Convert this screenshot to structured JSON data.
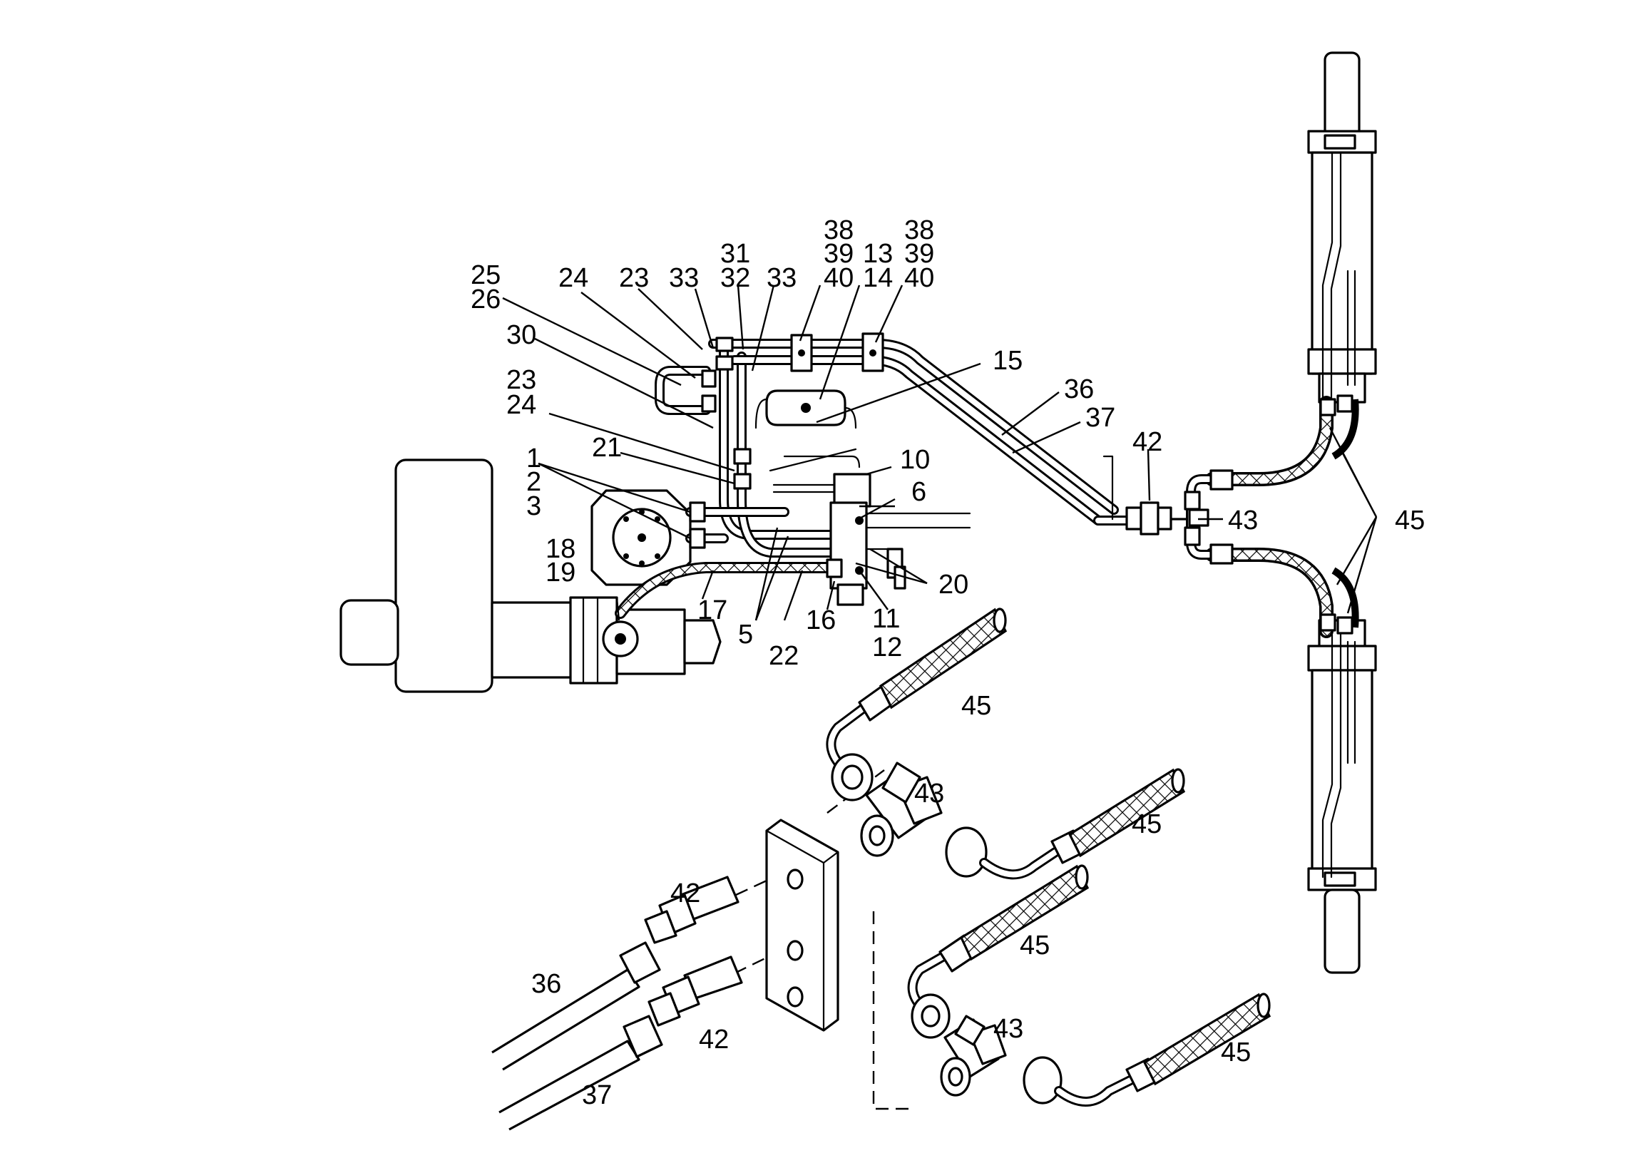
{
  "labels": {
    "c1": "1",
    "c2": "2",
    "c3": "3",
    "c5": "5",
    "c6": "6",
    "c10": "10",
    "c11": "11",
    "c12": "12",
    "c13": "13",
    "c14": "14",
    "c15": "15",
    "c16": "16",
    "c17": "17",
    "c18": "18",
    "c19": "19",
    "c20": "20",
    "c21": "21",
    "c22": "22",
    "c23a": "23",
    "c24a": "24",
    "c23b": "23",
    "c24b": "24",
    "c25": "25",
    "c26": "26",
    "c30": "30",
    "c31": "31",
    "c32": "32",
    "c33a": "33",
    "c33b": "33",
    "c36": "36",
    "c37": "37",
    "c38a": "38",
    "c39a": "39",
    "c40a": "40",
    "c38b": "38",
    "c39b": "39",
    "c40b": "40",
    "c42": "42",
    "c43": "43",
    "c45": "45"
  },
  "exploded": {
    "e45a": "45",
    "e43a": "43",
    "e45b": "45",
    "e42a": "42",
    "e36": "36",
    "e45c": "45",
    "e43b": "43",
    "e42b": "42",
    "e37": "37",
    "e45d": "45"
  }
}
